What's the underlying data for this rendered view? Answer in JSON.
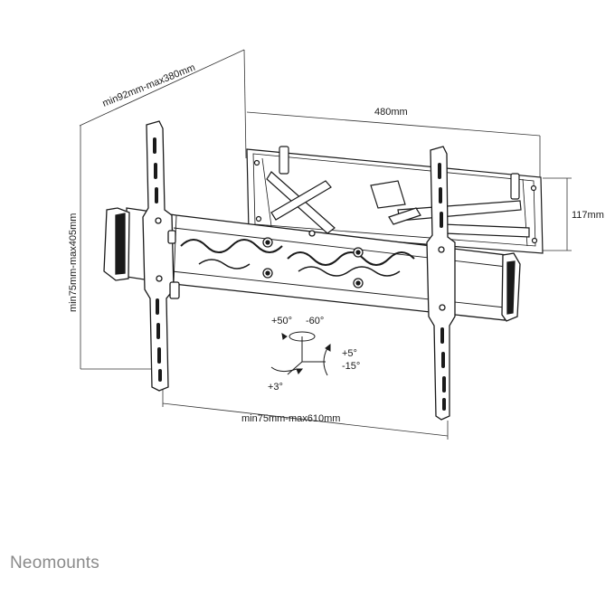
{
  "dimensions": {
    "depth": "min92mm-max380mm",
    "width": "480mm",
    "height": "117mm",
    "vesa_vertical": "min75mm-max405mm",
    "vesa_horizontal": "min75mm-max610mm"
  },
  "adjustments": {
    "swivel_plus": "+50°",
    "swivel_minus": "-60°",
    "tilt_plus": "+5°",
    "tilt_minus": "-15°",
    "roll": "+3°"
  },
  "brand": "Neomounts"
}
